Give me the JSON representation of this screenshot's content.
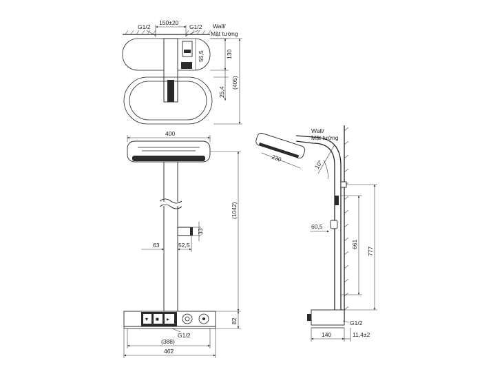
{
  "top_view": {
    "inlet_left": "G1/2",
    "inlet_spacing": "150±20",
    "inlet_right": "G1/2",
    "wall_en": "Wall/",
    "wall_vi": "Mặt tường",
    "dim_55_5": "55,5",
    "dim_130": "130",
    "dim_25_4": "25,4",
    "dim_405": "(405)"
  },
  "front_view": {
    "width_400": "400",
    "height_1042": "(1042)",
    "dim_33": "33",
    "dim_63": "63",
    "dim_52_5": "52,5",
    "dim_82": "82",
    "inlet_bottom": "G1/2",
    "dim_388": "(388)",
    "dim_462": "462"
  },
  "side_view": {
    "wall_en": "Wall/",
    "wall_vi": "Mặt tường",
    "dim_230": "230",
    "angle_10": "10°",
    "dim_60_5": "60,5",
    "dim_661": "661",
    "dim_777": "777",
    "inlet_side": "G1/2",
    "dim_140": "140",
    "dim_11_4": "11,4±2"
  }
}
